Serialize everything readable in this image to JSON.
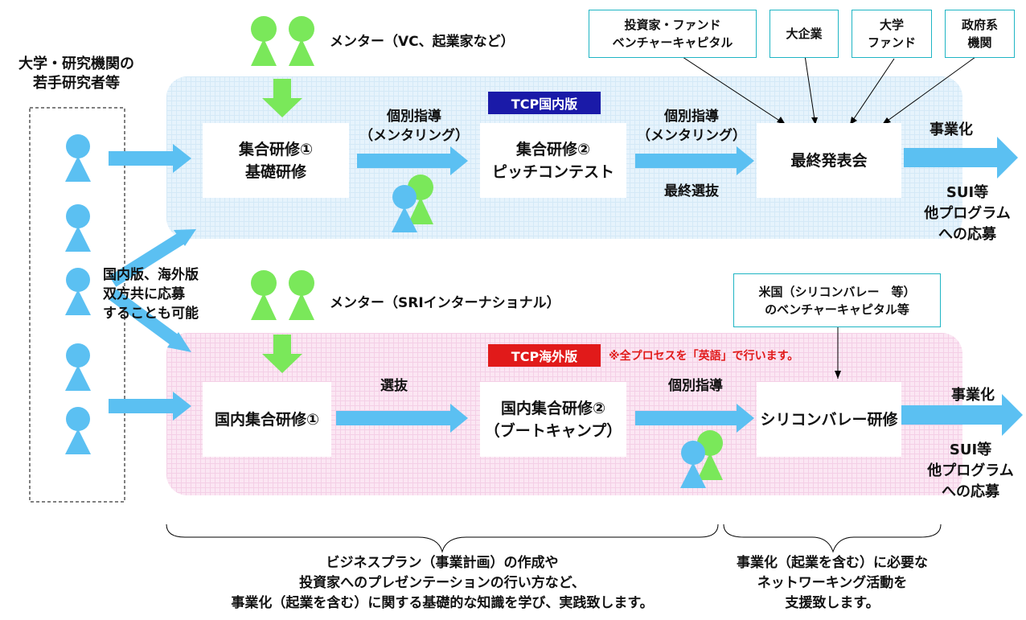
{
  "top_left_label": "大学・研究機関の\n若手研究者等",
  "both_apply_note": "国内版、海外版\n双方共に応募\nすることも可能",
  "domestic": {
    "tag": "TCP国内版",
    "mentor_label": "メンター（VC、起業家など）",
    "stage1": "集合研修①\n基礎研修",
    "guidance1": "個別指導\n（メンタリング）",
    "stage2": "集合研修②\nピッチコンテスト",
    "guidance2": "個別指導\n（メンタリング）",
    "selection": "最終選抜",
    "final": "最終発表会",
    "commercialize": "事業化",
    "other_programs": "SUI等\n他プログラム\nへの応募",
    "stakeholders": [
      "投資家・ファンド\nベンチャーキャピタル",
      "大企業",
      "大学\nファンド",
      "政府系\n機関"
    ]
  },
  "overseas": {
    "tag": "TCP海外版",
    "english_note": "※全プロセスを「英語」で行います。",
    "mentor_label": "メンター（SRIインターナショナル）",
    "stage1": "国内集合研修①",
    "selection": "選抜",
    "stage2": "国内集合研修②\n（ブートキャンプ）",
    "guidance": "個別指導",
    "final": "シリコンバレー研修",
    "commercialize": "事業化",
    "other_programs": "SUI等\n他プログラム\nへの応募",
    "vc_box": "米国（シリコンバレー　等）\nのベンチャーキャピタル等"
  },
  "bottom_left_text": "ビジネスプラン（事業計画）の作成や\n投資家へのプレゼンテーションの行い方など、\n事業化（起業を含む）に関する基礎的な知識を学び、実践致します。",
  "bottom_right_text": "事業化（起業を含む）に必要な\nネットワーキング活動を\n支援致します。",
  "colors": {
    "arrow_blue": "#5bc0f2",
    "person_blue": "#5bc0f2",
    "person_green": "#7ae85a",
    "arrow_green": "#7ae85a",
    "tag_domestic": "#1a1aa8",
    "tag_overseas": "#e11a1a",
    "note_red": "#e11a1a",
    "outline_teal": "#1fb5c4"
  }
}
